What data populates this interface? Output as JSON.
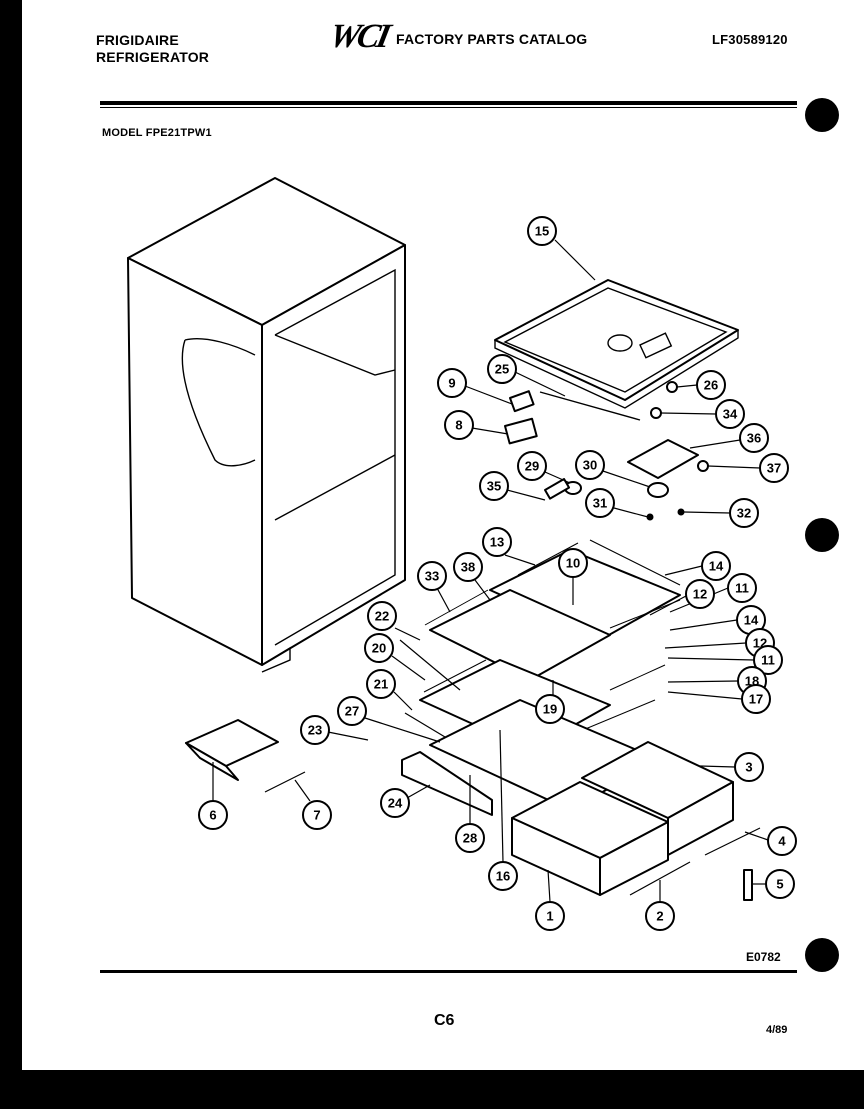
{
  "header": {
    "brand_line1": "FRIGIDAIRE",
    "brand_line2": "REFRIGERATOR",
    "logo_text": "WCI",
    "catalog_title": "FACTORY PARTS CATALOG",
    "catalog_number": "LF30589120",
    "model_label": "MODEL FPE21TPW1"
  },
  "footer": {
    "drawing_code": "E0782",
    "page_number": "C6",
    "date": "4/89"
  },
  "callouts": [
    "15",
    "9",
    "25",
    "26",
    "34",
    "8",
    "36",
    "29",
    "30",
    "37",
    "35",
    "31",
    "32",
    "13",
    "10",
    "14",
    "38",
    "33",
    "11",
    "12",
    "22",
    "14",
    "12",
    "20",
    "11",
    "18",
    "21",
    "19",
    "17",
    "27",
    "23",
    "3",
    "6",
    "7",
    "24",
    "4",
    "28",
    "16",
    "5",
    "1",
    "2"
  ]
}
